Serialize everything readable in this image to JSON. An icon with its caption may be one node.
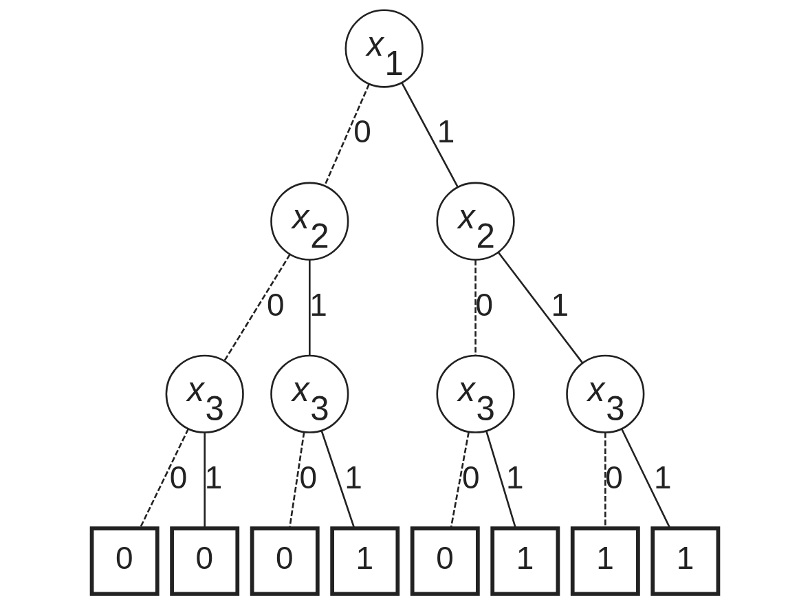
{
  "diagram": {
    "nodes": [
      {
        "text": [
          "*x*$_{1}$"
        ]
      },
      {
        "text": [
          "*x*$_{2}$"
        ]
      },
      {
        "text": [
          "*x*$_{2}$"
        ]
      },
      {
        "text": [
          "*x*$_{3}$"
        ]
      },
      {
        "text": [
          "*x*$_{3}$"
        ]
      },
      {
        "text": [
          "*x*$_{3}$"
        ]
      },
      {
        "text": [
          "*x*$_{3}$"
        ]
      },
      {
        "text": [
          "0"
        ]
      },
      {
        "text": [
          "0"
        ]
      },
      {
        "text": [
          "0"
        ]
      },
      {
        "text": [
          "1"
        ]
      },
      {
        "text": [
          "0"
        ]
      },
      {
        "text": [
          "1"
        ]
      },
      {
        "text": [
          "1"
        ]
      },
      {
        "text": [
          "1"
        ]
      }
    ],
    "edges": [
      {
        "from": 0,
        "to": 1,
        "arrow": "none",
        "label": "0",
        "style": "dashed"
      },
      {
        "from": 0,
        "to": 2,
        "arrow": "none",
        "label": "1"
      },
      {
        "from": 1,
        "to": 3,
        "arrow": "none",
        "label": "0",
        "style": "dashed"
      },
      {
        "from": 1,
        "to": 4,
        "arrow": "none",
        "label": "1"
      },
      {
        "from": 2,
        "to": 5,
        "arrow": "none",
        "label": "0",
        "style": "dashed"
      },
      {
        "from": 2,
        "to": 6,
        "arrow": "none",
        "label": "1"
      },
      {
        "from": 3,
        "to": 7,
        "arrow": "none",
        "label": "0",
        "style": "dashed"
      },
      {
        "from": 3,
        "to": 8,
        "arrow": "none",
        "label": "1"
      },
      {
        "from": 4,
        "to": 9,
        "arrow": "none",
        "label": "0",
        "style": "dashed"
      },
      {
        "from": 4,
        "to": 10,
        "arrow": "none",
        "label": "1"
      },
      {
        "from": 5,
        "to": 11,
        "arrow": "none",
        "label": "0",
        "style": "dashed"
      },
      {
        "from": 5,
        "to": 12,
        "arrow": "none",
        "label": "1"
      },
      {
        "from": 6,
        "to": 13,
        "arrow": "none",
        "label": "0",
        "style": "dashed"
      },
      {
        "from": 6,
        "to": 14,
        "arrow": "none",
        "label": "1"
      }
    ]
  }
}
